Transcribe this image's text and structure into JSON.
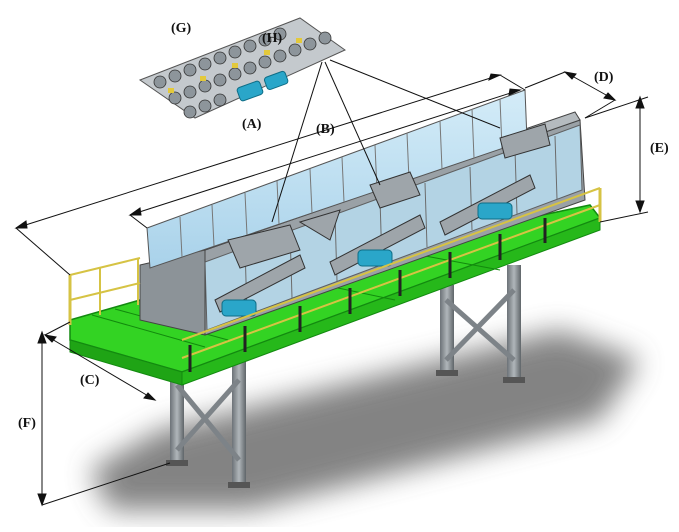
{
  "labels": {
    "A": "(A)",
    "B": "(B)",
    "C": "(C)",
    "D": "(D)",
    "E": "(E)",
    "F": "(F)",
    "G": "(G)",
    "H": "(H)"
  },
  "colors": {
    "deck": "#2fd021",
    "deck_dark": "#1a9a12",
    "panel": "#bfe0f2",
    "frame": "#8a9196",
    "rail": "#d9c64a",
    "motor": "#2aa6c9",
    "shadow": "#6e6e6e"
  }
}
